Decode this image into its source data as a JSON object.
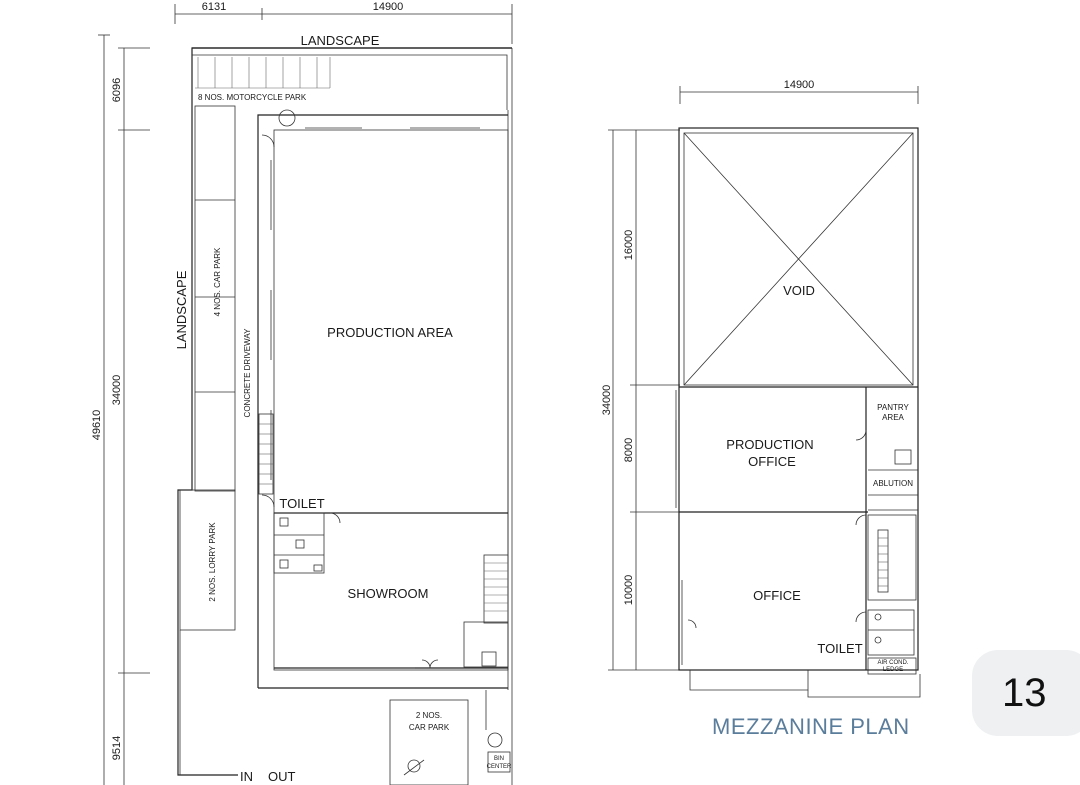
{
  "page_number": "13",
  "ground_floor": {
    "dimensions": {
      "top_left": "6131",
      "top_right": "14900",
      "overall_left": "49610",
      "left_upper": "6096",
      "left_middle": "34000",
      "left_lower": "9514"
    },
    "labels": {
      "landscape_top": "LANDSCAPE",
      "landscape_side": "LANDSCAPE",
      "motorcycle_park": "8 NOS. MOTORCYCLE PARK",
      "car_park": "4 NOS. CAR PARK",
      "lorry_park": "2 NOS. LORRY PARK",
      "concrete_driveway": "CONCRETE DRIVEWAY",
      "production_area": "PRODUCTION AREA",
      "toilet": "TOILET",
      "showroom": "SHOWROOM",
      "car_park_front_line1": "2 NOS.",
      "car_park_front_line2": "CAR PARK",
      "bin_center_line1": "BIN",
      "bin_center_line2": "CENTER",
      "in": "IN",
      "out": "OUT"
    }
  },
  "mezzanine": {
    "title": "MEZZANINE PLAN",
    "dimensions": {
      "width": "14900",
      "left_overall": "34000",
      "left_upper": "16000",
      "left_middle": "8000",
      "left_lower": "10000"
    },
    "labels": {
      "void": "VOID",
      "production_office_line1": "PRODUCTION",
      "production_office_line2": "OFFICE",
      "pantry_line1": "PANTRY",
      "pantry_line2": "AREA",
      "ablution": "ABLUTION",
      "office": "OFFICE",
      "toilet": "TOILET",
      "air_cond_line1": "AIR COND.",
      "air_cond_line2": "LEDGE"
    }
  }
}
